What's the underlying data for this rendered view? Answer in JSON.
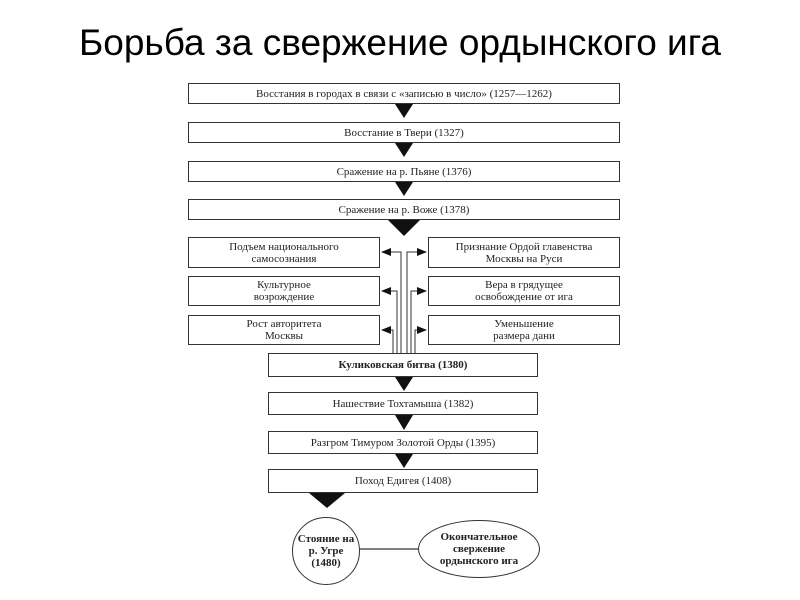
{
  "title": "Борьба за свержение ордынского ига",
  "chain_top": [
    "Восстания в городах в связи с «записью в число» (1257—1262)",
    "Восстание в Твери (1327)",
    "Сражение на р. Пьяне (1376)",
    "Сражение на р. Воже (1378)"
  ],
  "consequences_left": [
    "Подъем национального самосознания",
    "Культурное возрождение",
    "Рост авторитета Москвы"
  ],
  "consequences_right": [
    "Признание Ордой главенства Москвы на Руси",
    "Вера в грядущее освобождение от ига",
    "Уменьшение размера дани"
  ],
  "kulikovo": "Куликовская битва (1380)",
  "chain_bottom": [
    "Нашествие Тохтамыша (1382)",
    "Разгром Тимуром Золотой Орды (1395)",
    "Поход Едигея (1408)"
  ],
  "final": {
    "ugra": "Стояние на р. Угре (1480)",
    "overthrow": "Окончательное свержение ордынского ига"
  }
}
